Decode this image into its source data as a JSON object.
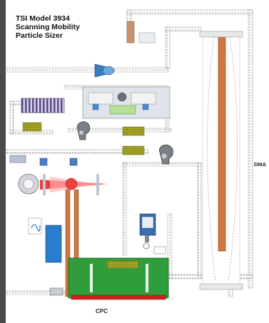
{
  "title": {
    "line1": "TSI Model 3934",
    "line2": "Scanning Mobility",
    "line3": "Particle Sizer"
  },
  "labels": {
    "cpc": "CPC",
    "dma": "DMA"
  },
  "colors": {
    "flow_pipe": "#e8e8e8",
    "pipe_dots": "#777777",
    "filter_olive": "#a0a020",
    "saturator_green": "#2e9e3a",
    "heater_red": "#d22020",
    "rod_orange": "#d07840",
    "tank_blue": "#2878c8",
    "module_gray": "#d8dde4",
    "manifold_purple": "#6c5a9a"
  },
  "icons": [
    "impactor-icon",
    "pump-icon",
    "valve-icon",
    "fan-icon",
    "flowmeter-icon",
    "gauge-icon"
  ]
}
